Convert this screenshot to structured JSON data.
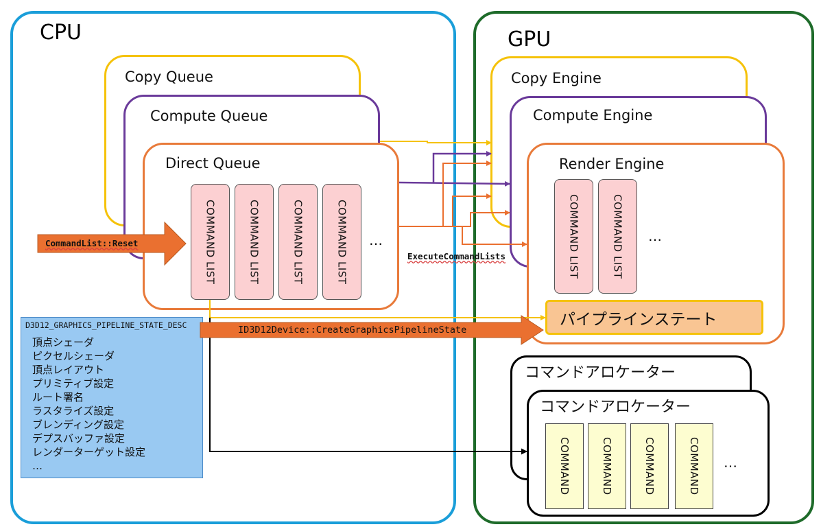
{
  "cpu": {
    "title": "CPU",
    "copy_queue": "Copy Queue",
    "compute_queue": "Compute Queue",
    "direct_queue": "Direct Queue",
    "command_lists": [
      "COMMAND LIST",
      "COMMAND LIST",
      "COMMAND LIST",
      "COMMAND LIST"
    ],
    "ellipsis": "…"
  },
  "gpu": {
    "title": "GPU",
    "copy_engine": "Copy Engine",
    "compute_engine": "Compute Engine",
    "render_engine": "Render Engine",
    "command_lists": [
      "COMMAND LIST",
      "COMMAND LIST"
    ],
    "ellipsis": "…",
    "pipeline_state": "パイプラインステート",
    "allocator_back": "コマンドアロケーター",
    "allocator_front": "コマンドアロケーター",
    "commands": [
      "COMMAND",
      "COMMAND",
      "COMMAND",
      "COMMAND"
    ],
    "commands_ellipsis": "…"
  },
  "labels": {
    "reset": "CommandList::Reset",
    "execute": "ExecuteCommandLists",
    "create_pso": "ID3D12Device::CreateGraphicsPipelineState"
  },
  "pso_desc": {
    "title": "D3D12_GRAPHICS_PIPELINE_STATE_DESC",
    "items": [
      "頂点シェーダ",
      "ピクセルシェーダ",
      "頂点レイアウト",
      "プリミティブ設定",
      "ルート署名",
      "ラスタライズ設定",
      "ブレンディング設定",
      "デプスバッファ設定",
      "レンダーターゲット設定",
      "…"
    ]
  },
  "colors": {
    "cpu_border": "#1a9ed9",
    "gpu_border": "#1e6b2a",
    "copy": "#f5c20a",
    "compute": "#6a3a9a",
    "direct": "#e87a3a",
    "command_list_fill": "#fcd0d2",
    "command_fill": "#fdfdd0",
    "pso_fill": "#f9c593",
    "desc_fill": "#99c9f2",
    "arrow_orange": "#ea7030"
  }
}
